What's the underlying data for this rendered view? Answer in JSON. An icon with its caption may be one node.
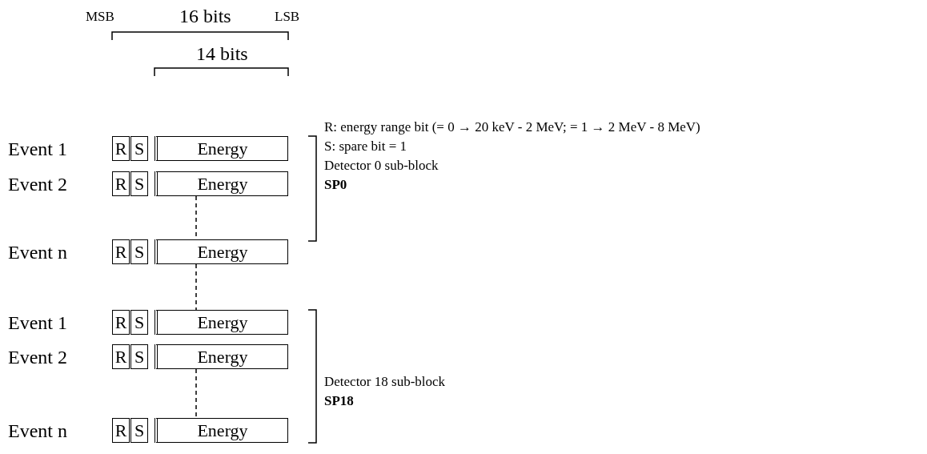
{
  "diagram": {
    "nodes": [
      {
        "text": [
          "R"
        ]
      },
      {
        "text": [
          "S"
        ]
      },
      {
        "text": [
          "Energy"
        ]
      },
      {
        "text": [
          "R"
        ]
      },
      {
        "text": [
          "S"
        ]
      },
      {
        "text": [
          "Energy"
        ]
      },
      {
        "text": [
          "R"
        ]
      },
      {
        "text": [
          "S"
        ]
      },
      {
        "text": [
          "Energy"
        ]
      },
      {
        "text": [
          "R"
        ]
      },
      {
        "text": [
          "S"
        ]
      },
      {
        "text": [
          "Energy"
        ]
      },
      {
        "text": [
          "R"
        ]
      },
      {
        "text": [
          "S"
        ]
      },
      {
        "text": [
          "Energy"
        ]
      },
      {
        "text": [
          "R"
        ]
      },
      {
        "text": [
          "S"
        ]
      },
      {
        "text": [
          "Energy"
        ]
      }
    ],
    "edges": [
      {
        "from": 5,
        "to": 8,
        "arrow": "none",
        "style": "dashed"
      },
      {
        "from": 8,
        "to": 11,
        "arrow": "none",
        "style": "dashed"
      },
      {
        "from": 14,
        "to": 17,
        "arrow": "none",
        "style": "dashed"
      }
    ],
    "labels": [
      "MSB",
      "16 bits",
      "LSB",
      "14 bits",
      "Event 1",
      "Event 2",
      "R: energy range bit (= 0 → 20 keV - 2 MeV; = 1 → 2 MeV - 8 MeV)",
      "S: spare bit = 1",
      "Detector 0 sub-block",
      "SP0",
      "Event n",
      "Event 1",
      "Event 2",
      "Detector 18 sub-block",
      "SP18",
      "Event n"
    ]
  }
}
